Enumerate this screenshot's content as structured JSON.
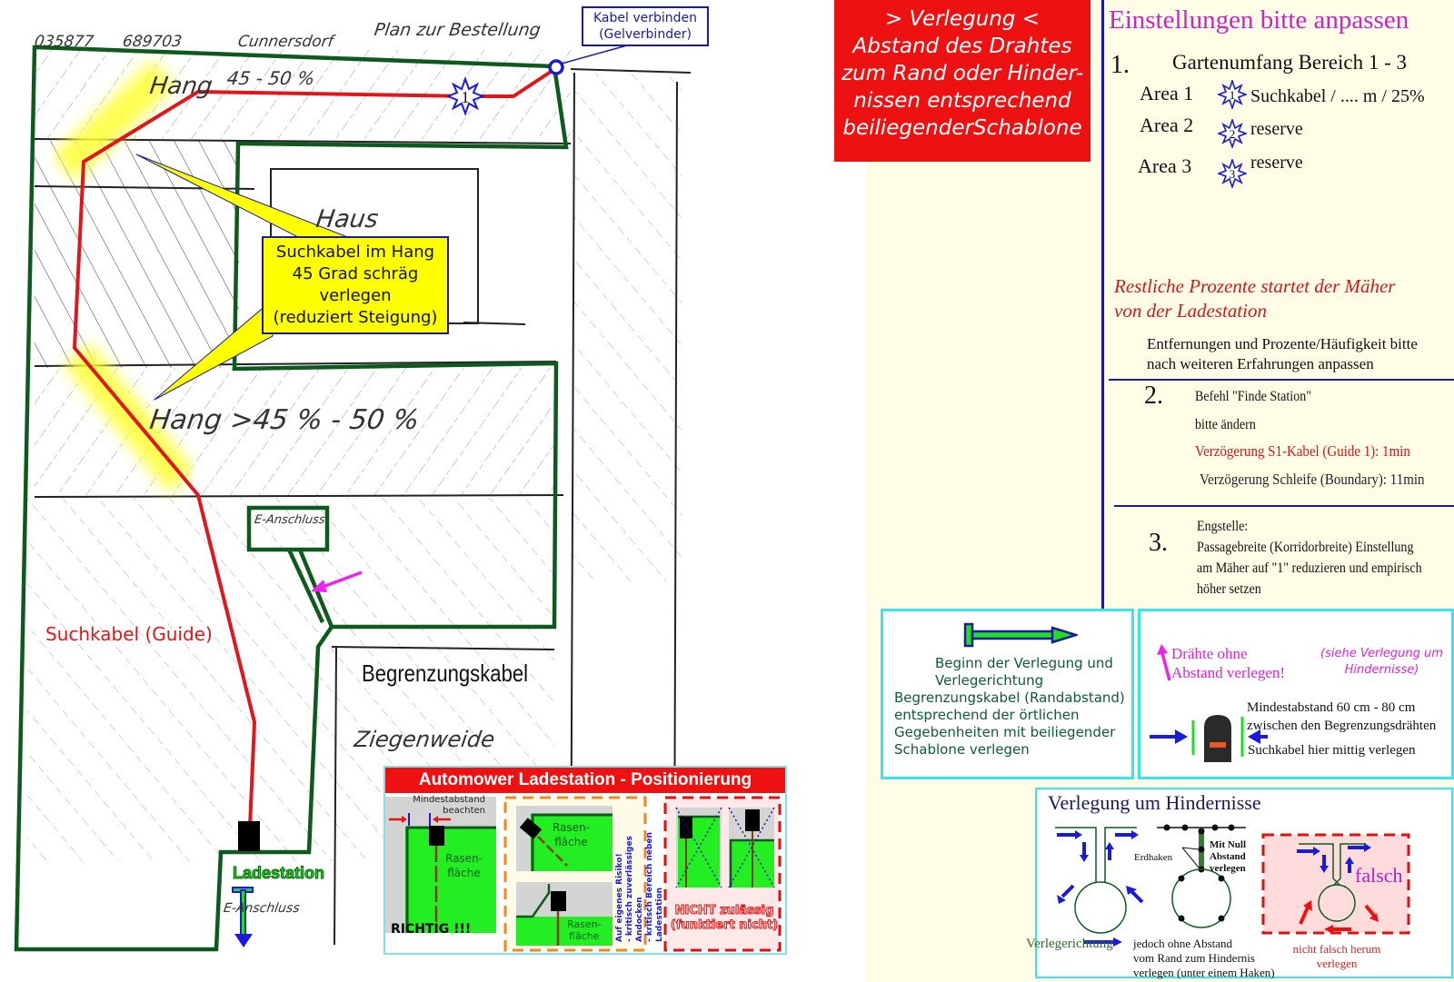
{
  "sketch": {
    "header_handwriting": {
      "postal_code": "035877",
      "phone": "689703",
      "town": "Cunnersdorf",
      "plan_title": "Plan zur Bestellung"
    },
    "labels": {
      "hang_top": "Hang",
      "hang_top_percent": "45 - 50 %",
      "haus": "Haus",
      "hang_middle": "Hang >45 % - 50 %",
      "e_anschluss": "E-Anschluss",
      "ziegenweide": "Ziegenweide",
      "anschluss_bottom": "E-Anschluss"
    },
    "callouts": {
      "cable_connect": [
        "Kabel verbinden",
        "(Gelverbinder)"
      ],
      "slope_note": [
        "Suchkabel im Hang",
        "45 Grad schräg",
        "verlegen",
        "(reduziert Steigung)"
      ]
    },
    "guide_cable_label": "Suchkabel (Guide)",
    "boundary_cable_label": "Begrenzungskabel",
    "charging_station_label": "Ladestation",
    "area_marker": "1",
    "colors": {
      "guide_cable": "#e0161a",
      "boundary_cable": "#0e5a1e",
      "highlight": "#ffff44",
      "callout_border": "#1a1aa0",
      "pointer_arrow": "#ee22ee"
    }
  },
  "station_positioning": {
    "title": "Automower Ladestation - Positionierung",
    "correct": {
      "min_distance_note": [
        "Mindestabstand",
        "beachten"
      ],
      "lawn_label": [
        "Rasen-",
        "fläche"
      ],
      "verdict": "RICHTIG !!!"
    },
    "risky": {
      "lawn_label": [
        "Rasen-",
        "fläche"
      ],
      "side_note": [
        "Auf eigenes Risiko!",
        "- kritisch zuverlässiges Andocken",
        "- kritisch Bereich neben Ladestation"
      ]
    },
    "not_allowed": {
      "verdict": [
        "NICHT zulässig",
        "(funktiert nicht)"
      ]
    }
  },
  "verlegung_box": {
    "lines": [
      "> Verlegung <",
      "Abstand des Drahtes",
      "zum Rand oder Hinder-",
      "nissen entsprechend",
      "beiliegenderSchablone"
    ]
  },
  "settings": {
    "title": "Einstellungen bitte anpassen",
    "section1": {
      "number": "1.",
      "heading": "Gartenumfang Bereich 1 - 3",
      "areas": [
        {
          "label": "Area 1",
          "marker": "1",
          "text": "Suchkabel / .... m / 25%"
        },
        {
          "label": "Area 2",
          "marker": "2",
          "text": "reserve"
        },
        {
          "label": "Area 3",
          "marker": "3",
          "text": "reserve"
        }
      ]
    },
    "remaining_note": [
      "Restliche Prozente  startet der Mäher",
      "von der Ladestation"
    ],
    "adjust_note": [
      "Entfernungen und Prozente/Häufigkeit bitte",
      "nach weiteren Erfahrungen anpassen"
    ],
    "section2": {
      "number": "2.",
      "lines": [
        "Befehl \"Finde Station\"",
        "bitte ändern"
      ],
      "delay_guide": "Verzögerung S1-Kabel (Guide 1): 1min",
      "delay_boundary": "Verzögerung Schleife (Boundary): 11min"
    },
    "section3": {
      "number": "3.",
      "lines": [
        "Engstelle:",
        "Passagebreite (Korridorbreite) Einstellung",
        "am Mäher auf \"1\" reduzieren und empirisch",
        "höher setzen"
      ]
    }
  },
  "begin_box": {
    "lines": [
      "Beginn der Verlegung und",
      "Verlegerichtung",
      "Begrenzungskabel (Randabstand)",
      "entsprechend der örtlichen",
      "Gegebenheiten mit beiliegender",
      "Schablone verlegen"
    ]
  },
  "spacing_box": {
    "wires_note": [
      "Drähte ohne",
      "Abstand verlegen!"
    ],
    "see_note": [
      "(siehe Verlegung um",
      "Hindernisse)"
    ],
    "min_distance": [
      "Mindestabstand 60 cm - 80 cm",
      "zwischen den Begrenzungsdrähten"
    ],
    "guide_center": "Suchkabel hier mittig verlegen"
  },
  "obstacles_box": {
    "title": "Verlegung um Hindernisse",
    "direction_label": "Verlegerichtung",
    "earth_hook": "Erdhaken",
    "zero_distance": [
      "Mit Null",
      "Abstand",
      "verlegen"
    ],
    "note": [
      "jedoch ohne Abstand",
      "vom Rand zum Hindernis",
      "verlegen (unter einem Haken)"
    ],
    "wrong_label": "falsch",
    "wrong_note": [
      "nicht falsch herum",
      "verlegen"
    ]
  }
}
